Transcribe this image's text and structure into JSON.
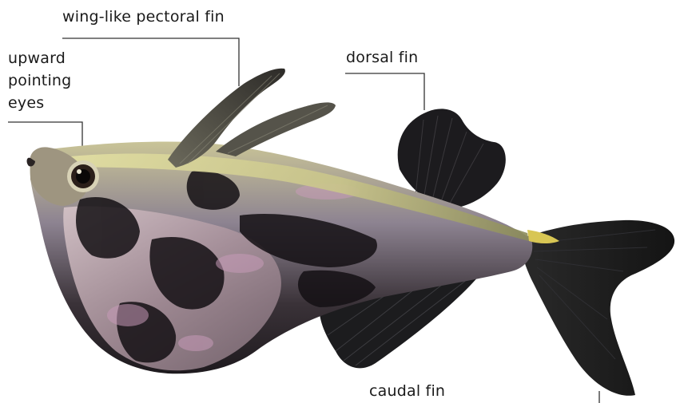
{
  "labels": {
    "pectoral": "wing-like pectoral fin",
    "eyes": "upward\npointing\neyes",
    "dorsal": "dorsal fin",
    "caudal": "caudal fin"
  },
  "colors": {
    "background": "#ffffff",
    "leader_line": "#333333",
    "fin_dark": "#1b1a1c",
    "body_silver": "#b8aeae",
    "stripe_gold": "#d7d48a"
  }
}
